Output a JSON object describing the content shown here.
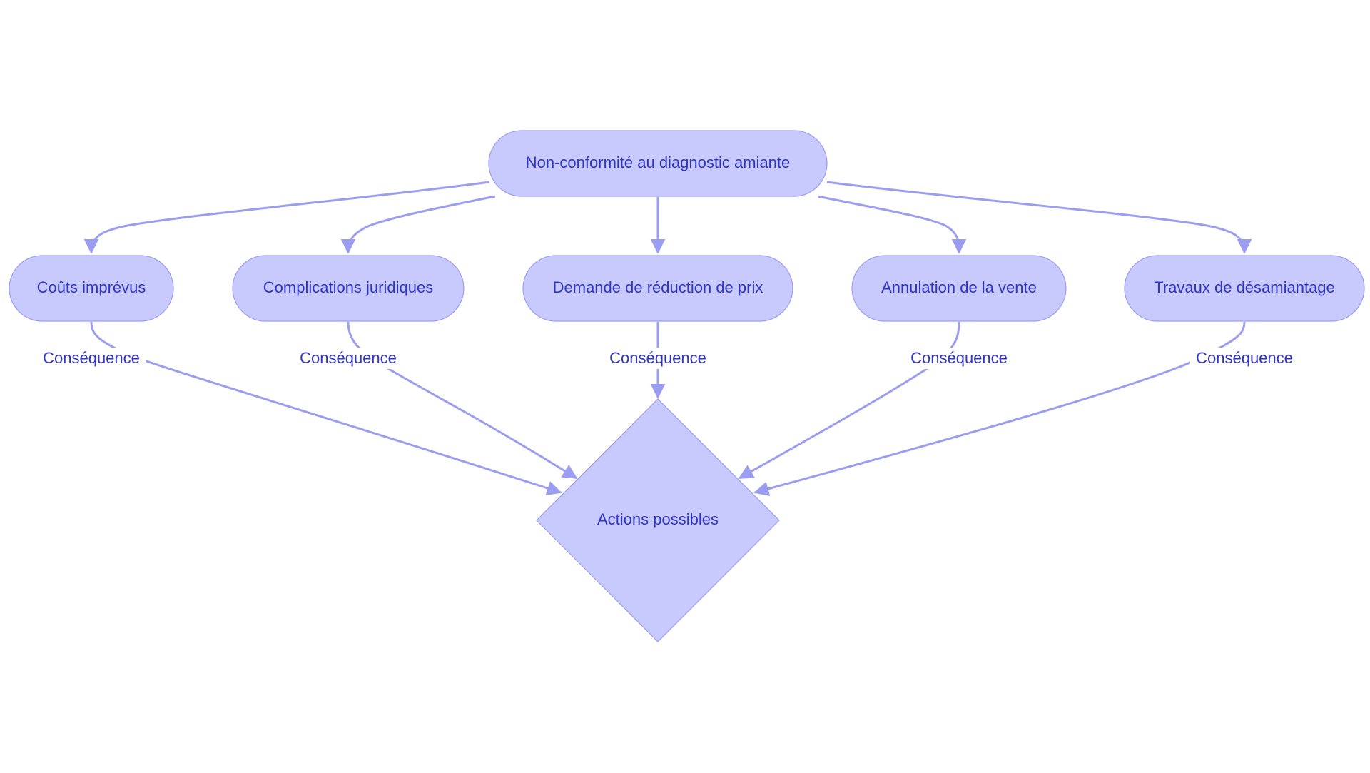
{
  "diagram": {
    "type": "flowchart",
    "colors": {
      "node_fill": "#c8c9fd",
      "node_stroke": "#9a9df0",
      "edge": "#9a9df0",
      "text": "#3035c4"
    },
    "root": {
      "id": "root",
      "label": "Non-conformité au diagnostic amiante",
      "shape": "rounded"
    },
    "consequences": [
      {
        "id": "c1",
        "label": "Coûts imprévus",
        "shape": "rounded"
      },
      {
        "id": "c2",
        "label": "Complications juridiques",
        "shape": "rounded"
      },
      {
        "id": "c3",
        "label": "Demande de réduction de prix",
        "shape": "rounded"
      },
      {
        "id": "c4",
        "label": "Annulation de la vente",
        "shape": "rounded"
      },
      {
        "id": "c5",
        "label": "Travaux de désamiantage",
        "shape": "rounded"
      }
    ],
    "decision": {
      "id": "actions",
      "label": "Actions possibles",
      "shape": "diamond"
    },
    "edges": [
      {
        "from": "root",
        "to": "c1",
        "label": ""
      },
      {
        "from": "root",
        "to": "c2",
        "label": ""
      },
      {
        "from": "root",
        "to": "c3",
        "label": ""
      },
      {
        "from": "root",
        "to": "c4",
        "label": ""
      },
      {
        "from": "root",
        "to": "c5",
        "label": ""
      },
      {
        "from": "c1",
        "to": "actions",
        "label": "Conséquence"
      },
      {
        "from": "c2",
        "to": "actions",
        "label": "Conséquence"
      },
      {
        "from": "c3",
        "to": "actions",
        "label": "Conséquence"
      },
      {
        "from": "c4",
        "to": "actions",
        "label": "Conséquence"
      },
      {
        "from": "c5",
        "to": "actions",
        "label": "Conséquence"
      }
    ]
  }
}
